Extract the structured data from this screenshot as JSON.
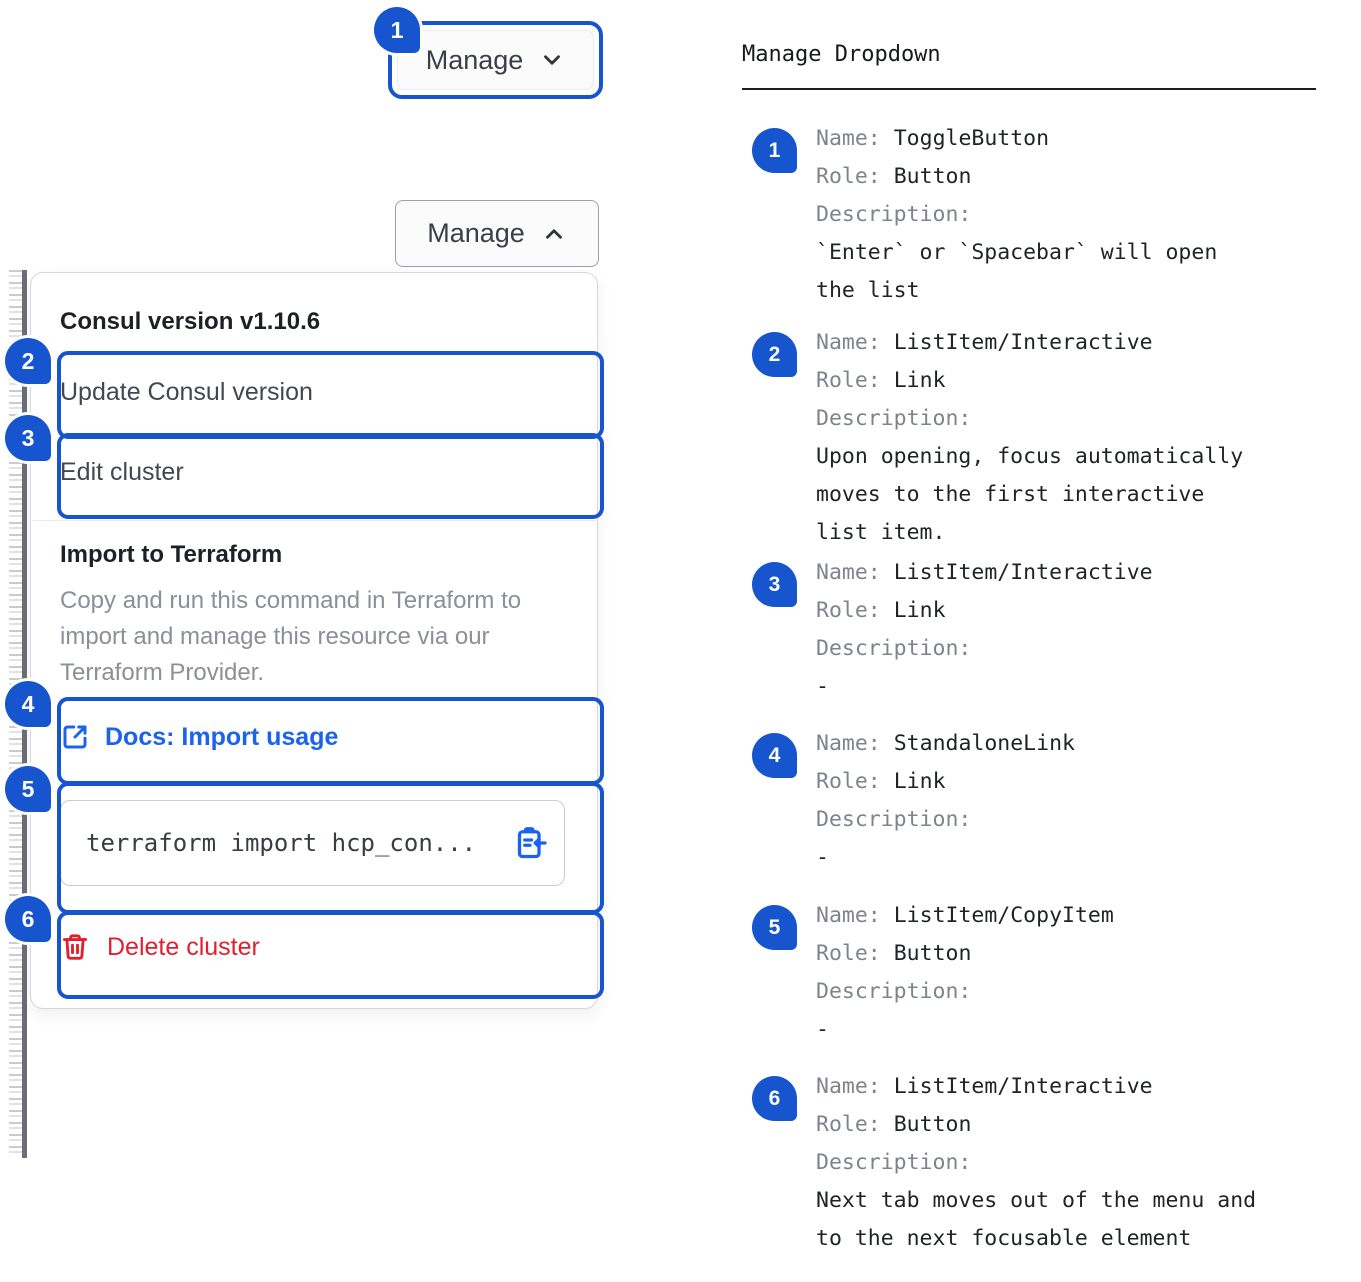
{
  "colors": {
    "annotation_blue": "#1655CE",
    "link_blue": "#1B63EE",
    "delete_red": "#E0202E",
    "panel_border": "#D6D8DD",
    "button_border_gray": "#9BA1A9",
    "text_dark": "#1D2026",
    "text_menu": "#44474F",
    "text_muted": "#8B8F98",
    "legend_label_gray": "#7F838C",
    "legend_value_dark": "#1F2227"
  },
  "icons": {
    "chevron_down": "chevron-down-icon",
    "chevron_up": "chevron-up-icon",
    "external_link": "external-link-icon",
    "clipboard_copy": "clipboard-copy-icon",
    "trash": "trash-icon"
  },
  "annotations": {
    "badges": [
      "1",
      "2",
      "3",
      "4",
      "5",
      "6"
    ]
  },
  "left": {
    "toggle_collapsed": {
      "label": "Manage"
    },
    "toggle_expanded": {
      "label": "Manage"
    },
    "dropdown": {
      "version_header": "Consul version v1.10.6",
      "item_update": "Update Consul version",
      "item_edit": "Edit cluster",
      "import_header": "Import to Terraform",
      "import_description": "Copy and run this command in Terraform to import and manage this resource via our Terraform Provider.",
      "docs_link": "Docs: Import usage",
      "code_snippet": "terraform import hcp_con...",
      "delete_label": "Delete cluster"
    }
  },
  "legend": {
    "title": "Manage Dropdown",
    "labels": {
      "name": "Name:",
      "role": "Role:",
      "description": "Description:"
    },
    "items": [
      {
        "num": "1",
        "name": "ToggleButton",
        "role": "Button",
        "description": "`Enter` or `Spacebar` will open the list"
      },
      {
        "num": "2",
        "name": "ListItem/Interactive",
        "role": "Link",
        "description": "Upon opening, focus automatically moves to the first interactive list item."
      },
      {
        "num": "3",
        "name": "ListItem/Interactive",
        "role": "Link",
        "description": "-"
      },
      {
        "num": "4",
        "name": "StandaloneLink",
        "role": "Link",
        "description": "-"
      },
      {
        "num": "5",
        "name": "ListItem/CopyItem",
        "role": "Button",
        "description": "-"
      },
      {
        "num": "6",
        "name": "ListItem/Interactive",
        "role": "Button",
        "description": "Next tab moves out of the menu and to the next focusable element"
      }
    ]
  }
}
